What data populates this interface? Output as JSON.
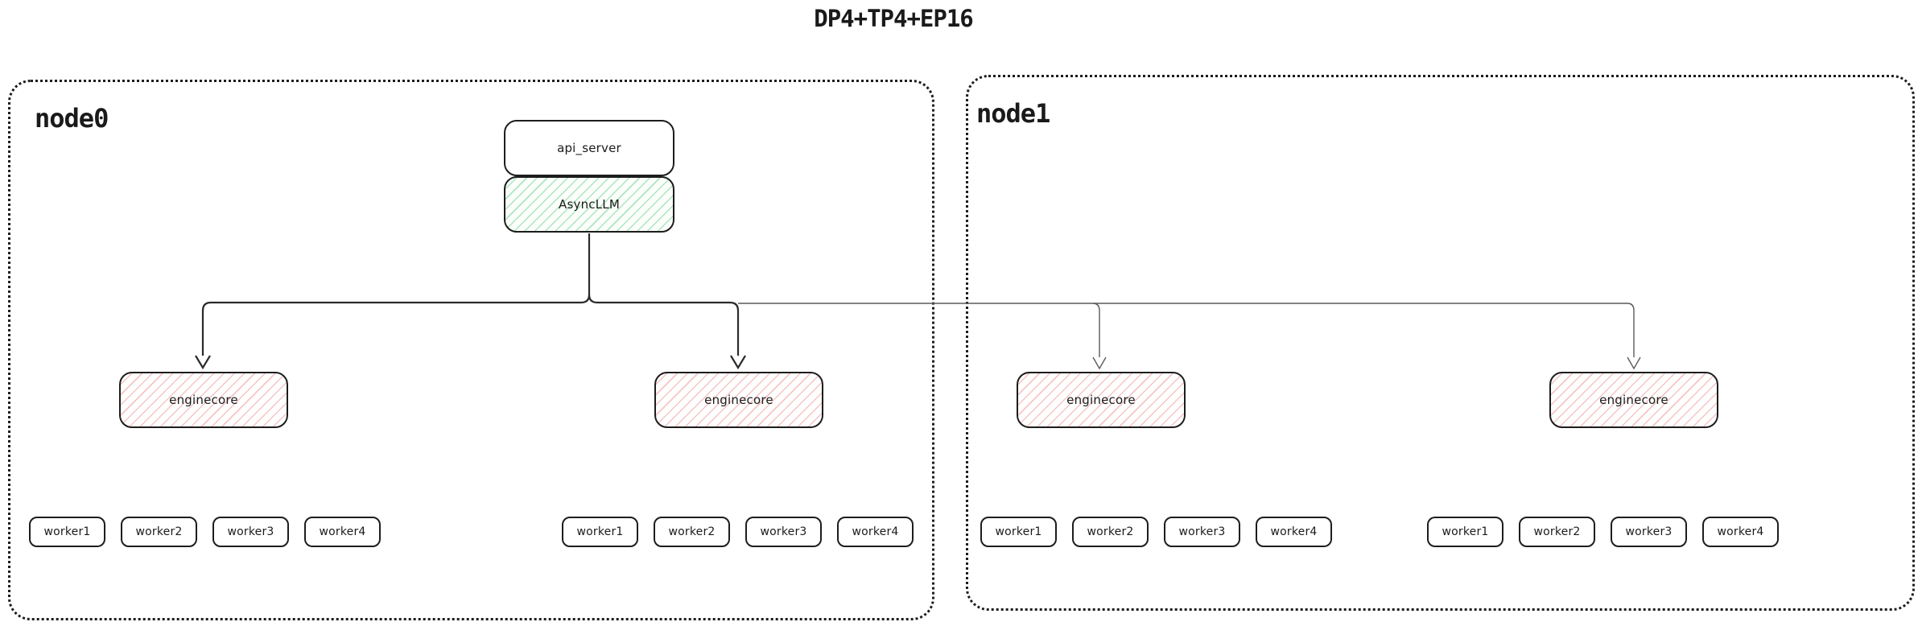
{
  "title": "DP4+TP4+EP16",
  "colors": {
    "border_dark": "#1d1d1d",
    "connector_dark": "#2b2b2b",
    "connector_light": "#5a5a5a",
    "green_hatch": "#6ad08d",
    "red_hatch": "#e98080"
  },
  "node0": {
    "label": "node0",
    "api_server_label": "api_server",
    "async_llm_label": "AsyncLLM",
    "enginecores": [
      {
        "label": "enginecore"
      },
      {
        "label": "enginecore"
      }
    ]
  },
  "node1": {
    "label": "node1",
    "enginecores": [
      {
        "label": "enginecore"
      },
      {
        "label": "enginecore"
      }
    ]
  },
  "worker_groups": [
    {
      "workers": [
        "worker1",
        "worker2",
        "worker3",
        "worker4"
      ]
    },
    {
      "workers": [
        "worker1",
        "worker2",
        "worker3",
        "worker4"
      ]
    },
    {
      "workers": [
        "worker1",
        "worker2",
        "worker3",
        "worker4"
      ]
    },
    {
      "workers": [
        "worker1",
        "worker2",
        "worker3",
        "worker4"
      ]
    }
  ]
}
